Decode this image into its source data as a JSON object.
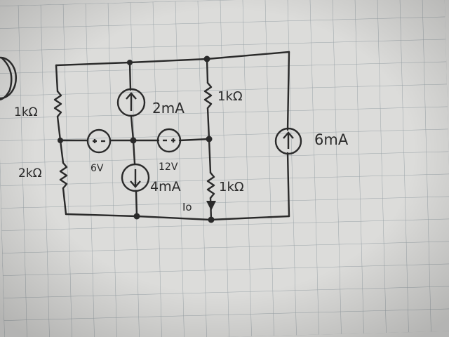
{
  "diagram": {
    "labels": {
      "r_top_left": "1kΩ",
      "r_bottom_left": "2kΩ",
      "r_top_right": "1kΩ",
      "r_bottom_right": "1kΩ",
      "src_2ma": "2mA",
      "src_4ma": "4mA",
      "src_6ma": "6mA",
      "src_6v": "6V",
      "src_12v": "12V",
      "current_io": "Io"
    },
    "colors": {
      "paper": "#d9d9d6",
      "grid": "#9aa3a8",
      "ink": "#2a2a2a"
    },
    "icons": [
      "arrow-up-icon",
      "arrow-down-icon",
      "plus-minus-icon",
      "minus-plus-icon"
    ]
  }
}
